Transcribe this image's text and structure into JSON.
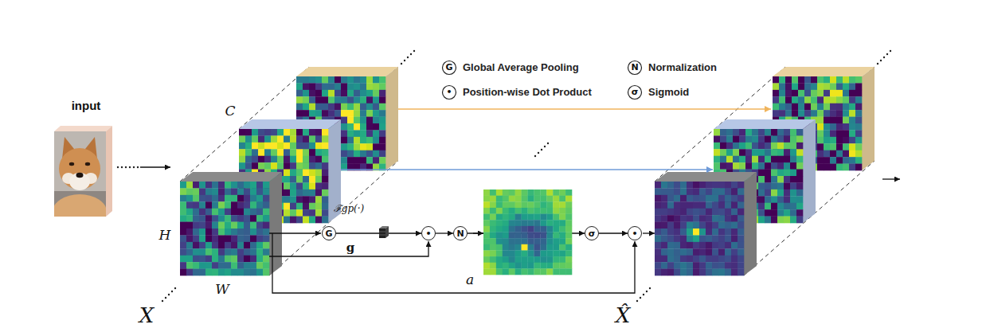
{
  "diagram": {
    "nodes": [
      {
        "text": [
          "G"
        ]
      },
      {
        "text": [
          "•"
        ]
      },
      {
        "text": [
          "N"
        ]
      },
      {
        "text": [
          "σ"
        ]
      },
      {
        "text": [
          "•"
        ]
      }
    ],
    "edges": [
      {
        "from": 0,
        "to": 1,
        "arrow": "to"
      },
      {
        "from": 1,
        "to": 2,
        "arrow": "to"
      },
      {
        "from": 2,
        "to": 3,
        "arrow": "to"
      },
      {
        "from": 3,
        "to": 4,
        "arrow": "to"
      }
    ],
    "labels": [
      "G",
      "•",
      "N",
      "σ",
      "input",
      "C",
      "H",
      "W",
      "X",
      "ℱgp(·)",
      "g",
      "a",
      "X̂"
    ],
    "legend": [
      {
        "text": "Global Average Pooling"
      },
      {
        "text": "Position-wise Dot Product"
      },
      {
        "text": "Normalization"
      },
      {
        "text": "Sigmoid"
      }
    ]
  }
}
